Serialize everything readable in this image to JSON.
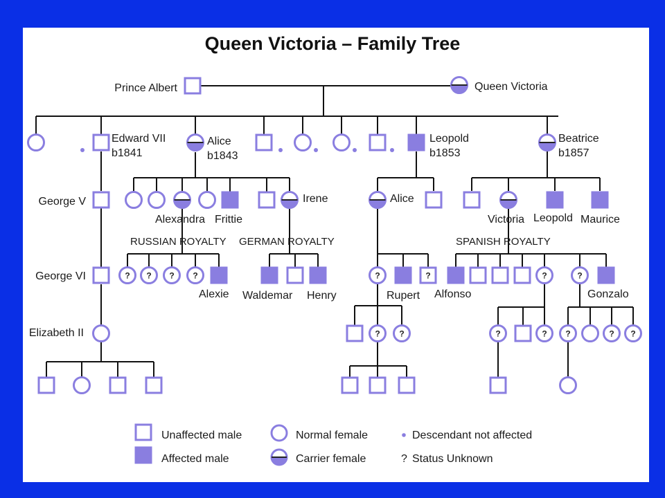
{
  "title": "Queen Victoria – Family Tree",
  "colors": {
    "background": "#0a2fe6",
    "symbol_stroke": "#8a7ee0",
    "symbol_fill": "#8a7ee0",
    "line": "#111111"
  },
  "people": {
    "prince_albert": "Prince Albert",
    "queen_victoria": "Queen Victoria",
    "edward_vii": "Edward VII",
    "edward_vii_born": "b1841",
    "alice": "Alice",
    "alice_born": "b1843",
    "leopold": "Leopold",
    "leopold_born": "b1853",
    "beatrice": "Beatrice",
    "beatrice_born": "b1857",
    "george_v": "George V",
    "george_vi": "George VI",
    "elizabeth_ii": "Elizabeth II",
    "alexandra": "Alexandra",
    "frittie": "Frittie",
    "irene": "Irene",
    "alice_g2": "Alice",
    "victoria_g2": "Victoria",
    "leopold_g2": "Leopold",
    "maurice": "Maurice",
    "alexie": "Alexie",
    "waldemar": "Waldemar",
    "henry": "Henry",
    "rupert": "Rupert",
    "alfonso": "Alfonso",
    "gonzalo": "Gonzalo"
  },
  "royalty": {
    "russian": "RUSSIAN ROYALTY",
    "german": "GERMAN ROYALTY",
    "spanish": "SPANISH ROYALTY"
  },
  "unknown_mark": "?",
  "legend": {
    "unaffected_male": "Unaffected male",
    "affected_male": "Affected male",
    "normal_female": "Normal female",
    "carrier_female": "Carrier female",
    "descendant_not_affected": "Descendant not affected",
    "status_unknown_symbol": "?",
    "status_unknown": "Status Unknown"
  }
}
